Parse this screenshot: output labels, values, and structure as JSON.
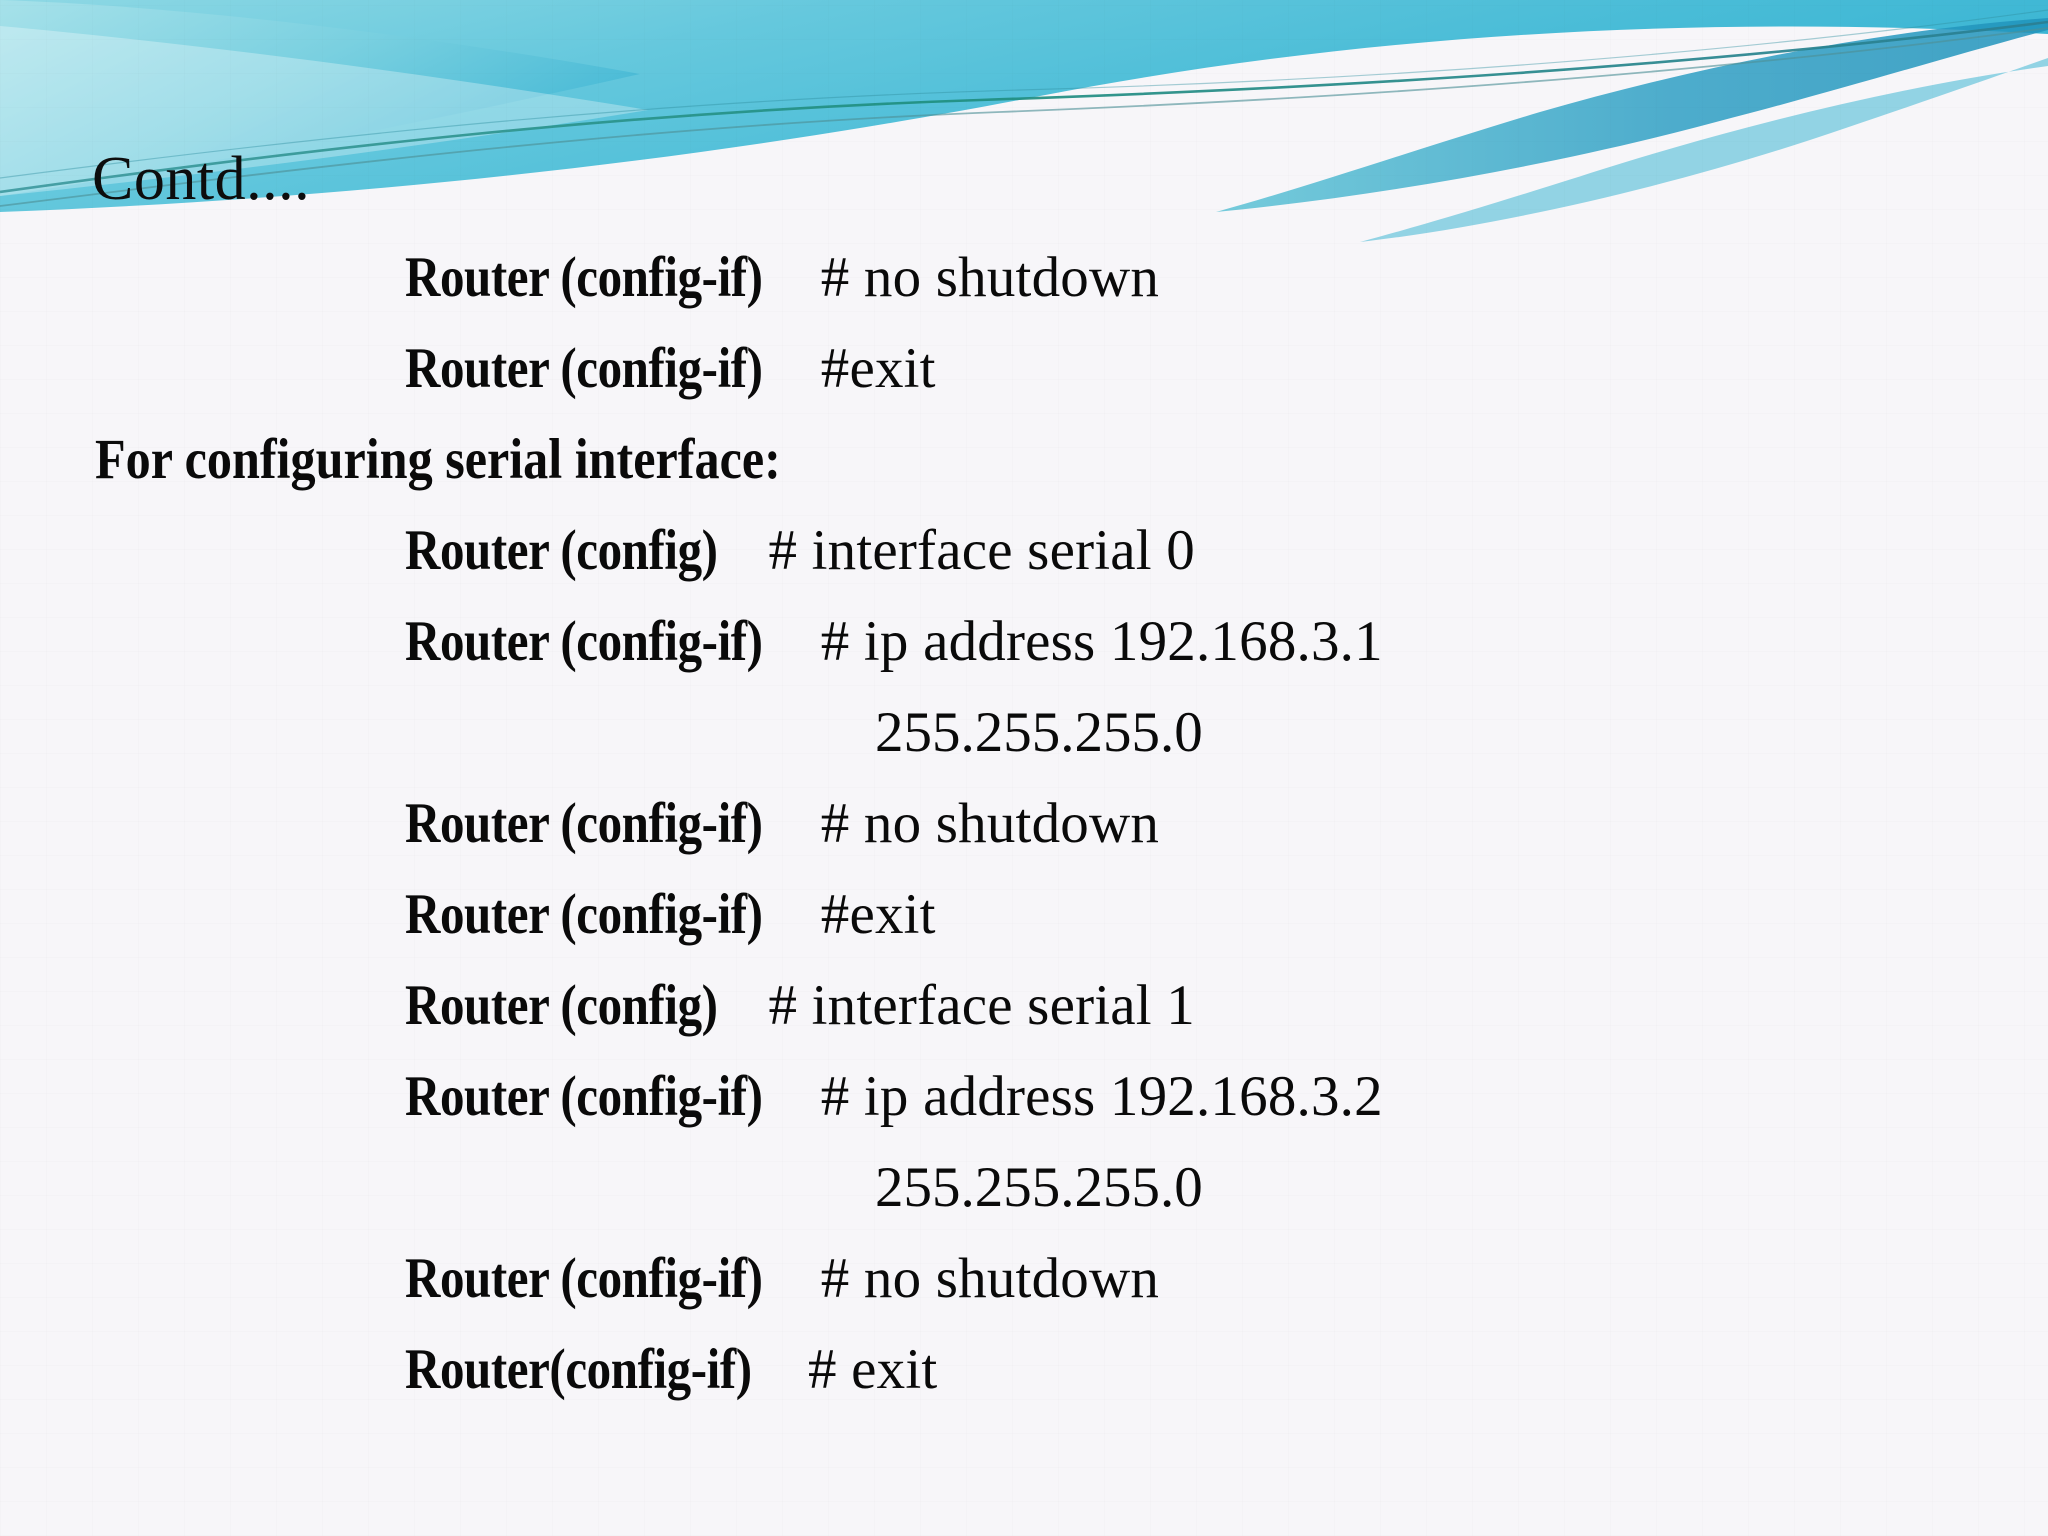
{
  "slide": {
    "title": "Contd....",
    "background_color": "#f7f6f9",
    "accent_color": "#5cc6d9",
    "accent_color_dark": "#2aa8c4",
    "accent_color_line": "#1f8f7f",
    "text_color": "#0a0a0a"
  },
  "lines": [
    {
      "indent": 1,
      "prompt": "Router (config-if)",
      "command": "# no shutdown"
    },
    {
      "indent": 1,
      "prompt": "Router (config-if)",
      "command": "#exit"
    },
    {
      "indent": 0,
      "heading": "For configuring serial interface:"
    },
    {
      "indent": 1,
      "prompt": "Router (config)",
      "command": "# interface serial 0"
    },
    {
      "indent": 1,
      "prompt": "Router (config-if)",
      "command": "# ip address 192.168.3.1"
    },
    {
      "indent": 2,
      "mask": "255.255.255.0"
    },
    {
      "indent": 1,
      "prompt": "Router (config-if)",
      "command": "# no shutdown"
    },
    {
      "indent": 1,
      "prompt": "Router (config-if)",
      "command": "#exit"
    },
    {
      "indent": 1,
      "prompt": "Router (config)",
      "command": "# interface serial 1"
    },
    {
      "indent": 1,
      "prompt": "Router (config-if)",
      "command": "# ip address 192.168.3.2"
    },
    {
      "indent": 2,
      "mask": "255.255.255.0"
    },
    {
      "indent": 1,
      "prompt": "Router (config-if)",
      "command": "# no shutdown"
    },
    {
      "indent": 1,
      "prompt": "Router(config-if)",
      "command": "# exit"
    }
  ]
}
